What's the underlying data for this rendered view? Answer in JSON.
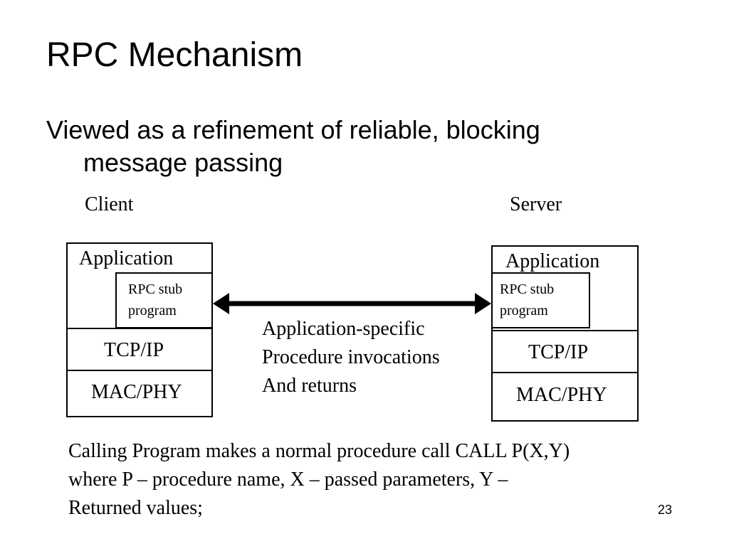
{
  "slide": {
    "title": "RPC Mechanism",
    "bullet": {
      "line1": "Viewed as a refinement of reliable, blocking",
      "line2": "message passing"
    },
    "page_number": "23"
  },
  "diagram": {
    "client": {
      "label": "Client",
      "application": "Application",
      "stub_line1": "RPC stub",
      "stub_line2": "program",
      "tcp": "TCP/IP",
      "mac": "MAC/PHY"
    },
    "server": {
      "label": "Server",
      "application": "Application",
      "stub_line1": "RPC stub",
      "stub_line2": "program",
      "tcp": "TCP/IP",
      "mac": "MAC/PHY"
    },
    "connection": {
      "line1": "Application-specific",
      "line2": "Procedure invocations",
      "line3": "And returns"
    }
  },
  "caption": {
    "line1": "Calling Program makes a normal procedure call CALL P(X,Y)",
    "line2": "where P – procedure name, X – passed parameters, Y –",
    "line3": "Returned values;"
  }
}
